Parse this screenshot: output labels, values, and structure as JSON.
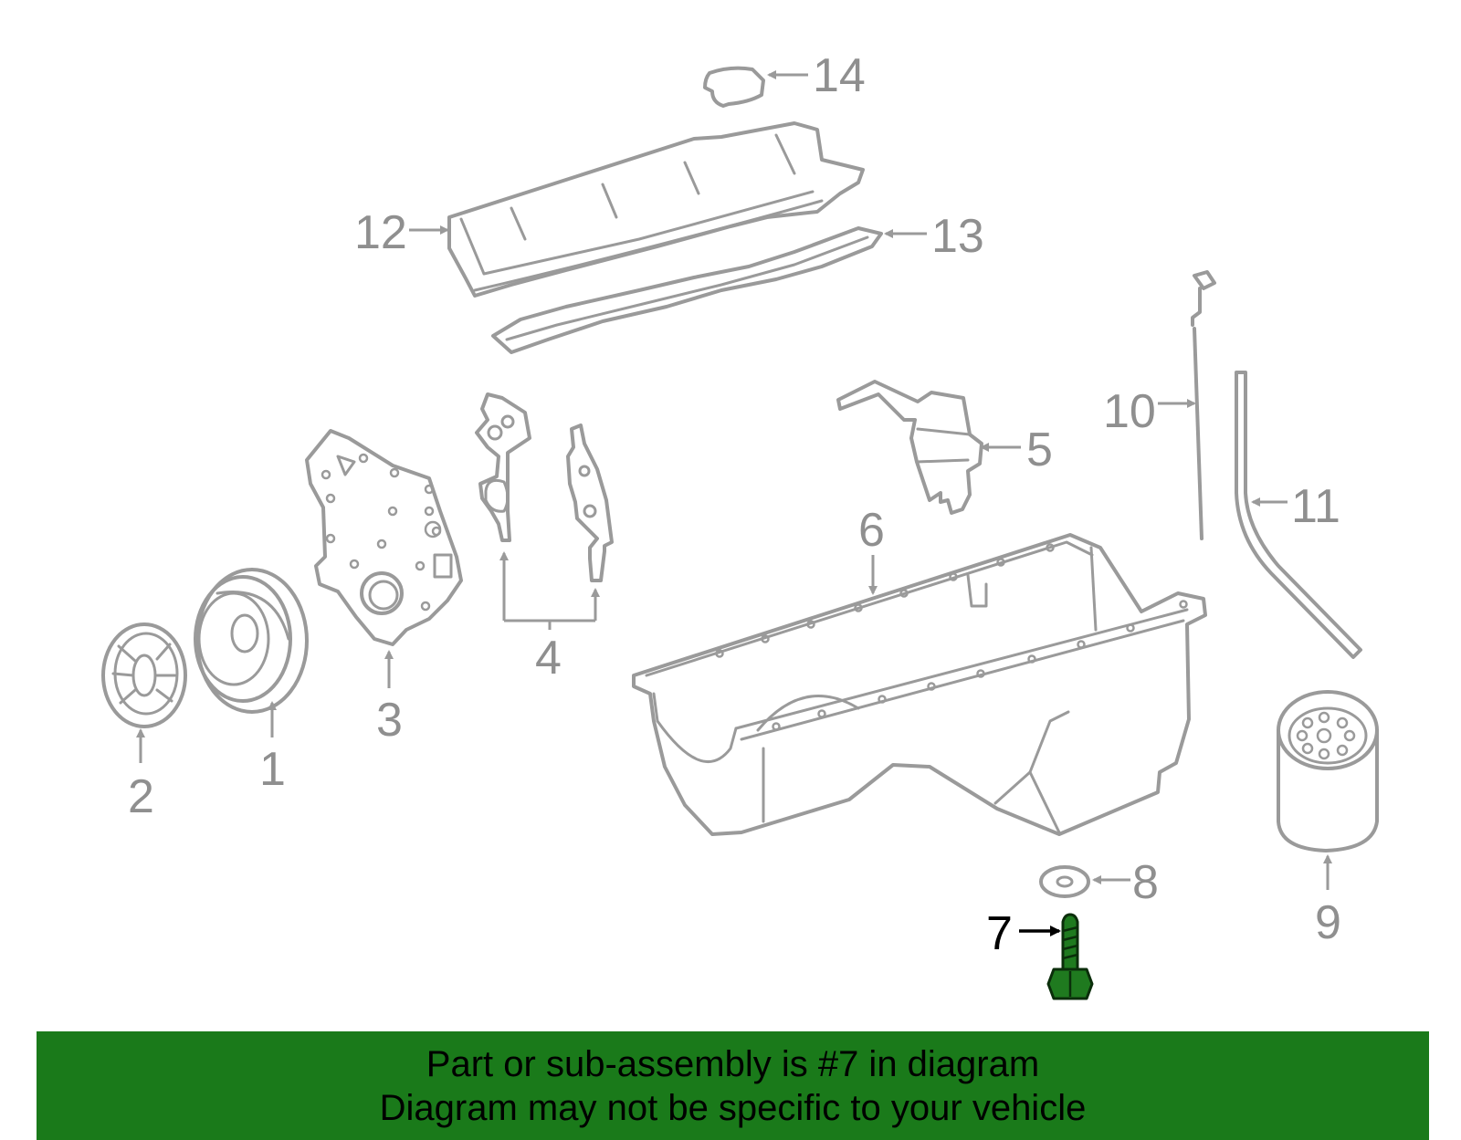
{
  "callouts": {
    "c1": "1",
    "c2": "2",
    "c3": "3",
    "c4": "4",
    "c5": "5",
    "c6": "6",
    "c7": "7",
    "c8": "8",
    "c9": "9",
    "c10": "10",
    "c11": "11",
    "c12": "12",
    "c13": "13",
    "c14": "14"
  },
  "highlighted_part": "7",
  "colors": {
    "highlight": "#1f7a1f",
    "banner": "#1a7a1a",
    "line": "#9a9a9a"
  },
  "banner": {
    "line1": "Part or sub-assembly is #7 in diagram",
    "line2": "Diagram may not be specific to your vehicle"
  }
}
